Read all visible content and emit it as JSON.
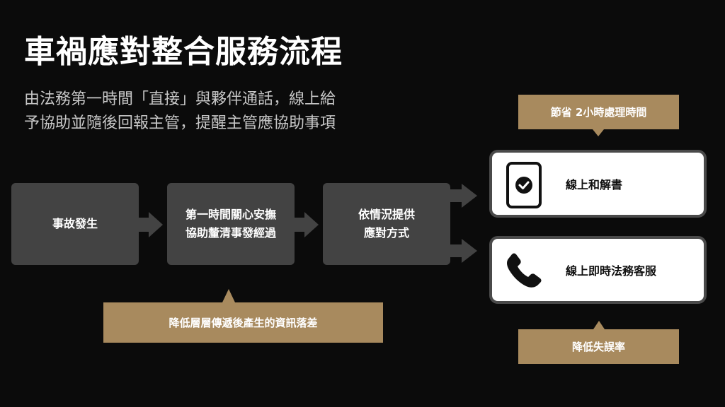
{
  "slide": {
    "title": "車禍應對整合服務流程",
    "subtitle_lines": [
      "由法務第一時間「直接」與夥伴通話，線上給",
      "予協助並隨後回報主管，提醒主管應協助事項"
    ]
  },
  "flow": {
    "steps": [
      {
        "lines": [
          "事故發生"
        ]
      },
      {
        "lines": [
          "第一時間關心安撫",
          "協助釐清事發經過"
        ]
      },
      {
        "lines": [
          "依情況提供",
          "應對方式"
        ]
      }
    ],
    "results": [
      {
        "label": "線上和解書",
        "icon": "document-check-icon"
      },
      {
        "label": "線上即時法務客服",
        "icon": "phone-icon"
      }
    ]
  },
  "callouts": {
    "save_time": "節省 2小時處理時間",
    "reduce_gap": "降低層層傳遞後產生的資訊落差",
    "reduce_error": "降低失誤率"
  },
  "colors": {
    "background": "#0b0b0b",
    "step_box": "#434343",
    "callout": "#a88a5e",
    "result_box": "#ffffff"
  }
}
